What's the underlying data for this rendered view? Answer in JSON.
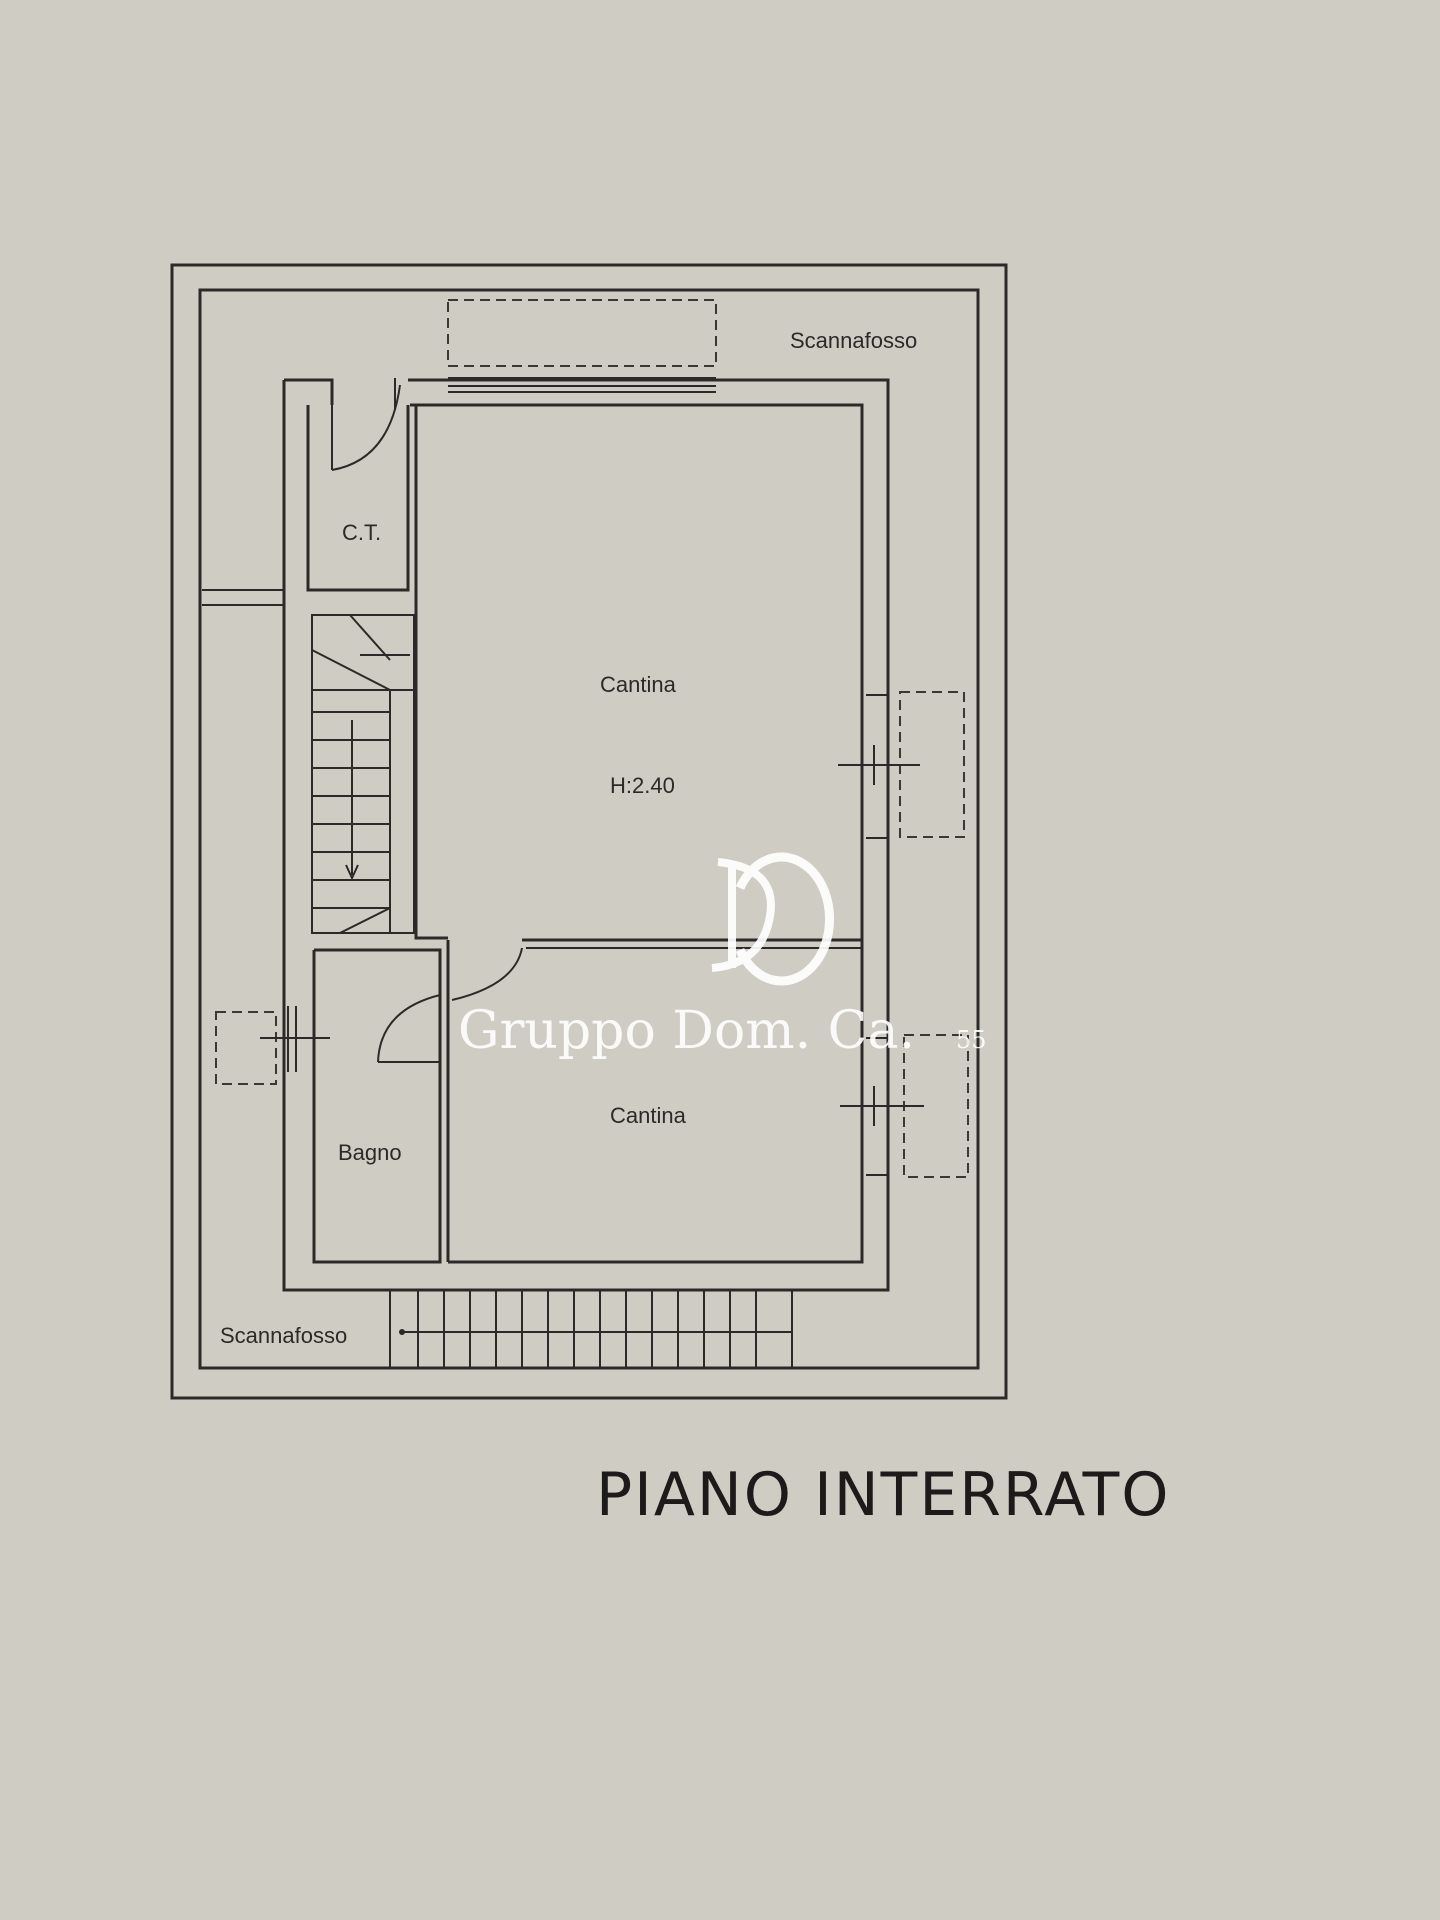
{
  "labels": {
    "scannafosso_top": "Scannafosso",
    "scannafosso_bottom": "Scannafosso",
    "ct": "C.T.",
    "cantina_upper": "Cantina",
    "height": "H:2.40",
    "cantina_lower": "Cantina",
    "bagno": "Bagno"
  },
  "title": "PIANO INTERRATO",
  "watermark": {
    "logo": "CD",
    "text": "Gruppo Dom. Ca.",
    "suffix": "55"
  },
  "colors": {
    "paper": "#cfcdc3",
    "ink": "#2c2a28",
    "watermark": "#ffffff"
  }
}
